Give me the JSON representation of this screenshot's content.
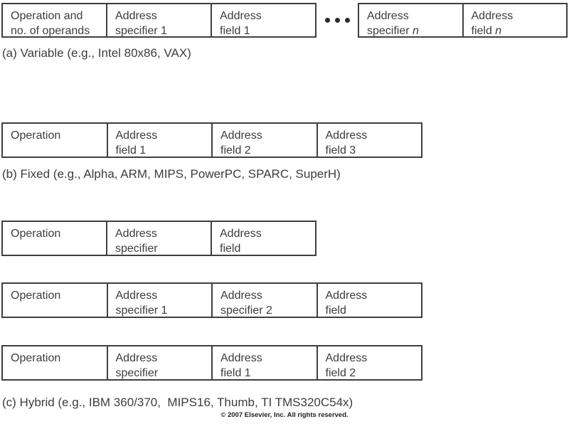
{
  "page": {
    "background_color": "#ffffff",
    "ink_color": "#3d3d3d",
    "border_color": "#3f3f3f"
  },
  "figure": {
    "section_a": {
      "caption": "(a) Variable (e.g., Intel 80x86, VAX)",
      "box1": {
        "cells": [
          {
            "line1": "Operation and",
            "line2": "no. of operands"
          },
          {
            "line1": "Address",
            "line2": "specifier 1"
          },
          {
            "line1": "Address",
            "line2": "field 1"
          }
        ]
      },
      "ellipsis_icon": "•••",
      "box2": {
        "cells": [
          {
            "line1": "Address",
            "line2": "specifier ",
            "italic": "n"
          },
          {
            "line1": "Address",
            "line2": "field ",
            "italic": "n"
          }
        ]
      }
    },
    "section_b": {
      "caption": "(b) Fixed (e.g., Alpha, ARM, MIPS, PowerPC, SPARC, SuperH)",
      "box": {
        "cells": [
          {
            "line1": "Operation",
            "line2": ""
          },
          {
            "line1": "Address",
            "line2": "field 1"
          },
          {
            "line1": "Address",
            "line2": "field 2"
          },
          {
            "line1": "Address",
            "line2": "field 3"
          }
        ]
      }
    },
    "section_c": {
      "caption": "(c) Hybrid (e.g., IBM 360/370,  MIPS16, Thumb, TI TMS320C54x)",
      "box1": {
        "cells": [
          {
            "line1": "Operation",
            "line2": ""
          },
          {
            "line1": "Address",
            "line2": "specifier"
          },
          {
            "line1": "Address",
            "line2": "field"
          }
        ]
      },
      "box2": {
        "cells": [
          {
            "line1": "Operation",
            "line2": ""
          },
          {
            "line1": "Address",
            "line2": "specifier 1"
          },
          {
            "line1": "Address",
            "line2": "specifier 2"
          },
          {
            "line1": "Address",
            "line2": "field"
          }
        ]
      },
      "box3": {
        "cells": [
          {
            "line1": "Operation",
            "line2": ""
          },
          {
            "line1": "Address",
            "line2": "specifier"
          },
          {
            "line1": "Address",
            "line2": "field 1"
          },
          {
            "line1": "Address",
            "line2": "field 2"
          }
        ]
      }
    },
    "copyright": "© 2007 Elsevier, Inc. All rights reserved."
  }
}
